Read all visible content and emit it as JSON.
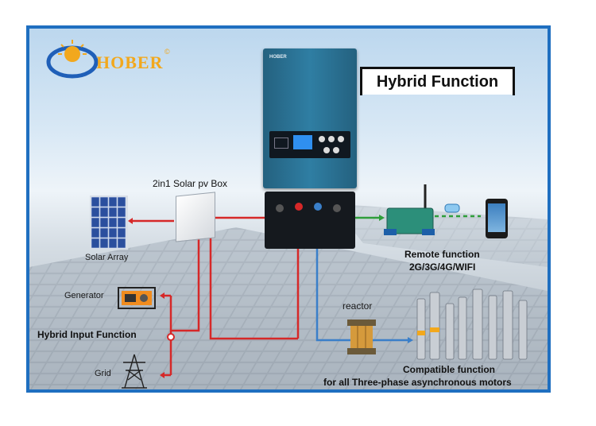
{
  "brand": {
    "name": "HOBER",
    "mark": "©"
  },
  "title": "Hybrid Function",
  "inverter": {
    "badge": "HOBER"
  },
  "labels": {
    "pv_box": "2in1 Solar pv Box",
    "solar_array": "Solar Array",
    "generator": "Generator",
    "hybrid_input": "Hybrid Input Function",
    "grid": "Grid",
    "reactor": "reactor",
    "remote_line1": "Remote function",
    "remote_line2": "2G/3G/4G/WIFI",
    "compatible_line1": "Compatible function",
    "compatible_line2": "for all Three-phase asynchronous motors"
  },
  "colors": {
    "frame": "#1f6fc0",
    "dc_line": "#d62828",
    "ac_line": "#3a7fc9",
    "comm_line": "#2e9e3a",
    "inverter": "#2a6b8f"
  }
}
